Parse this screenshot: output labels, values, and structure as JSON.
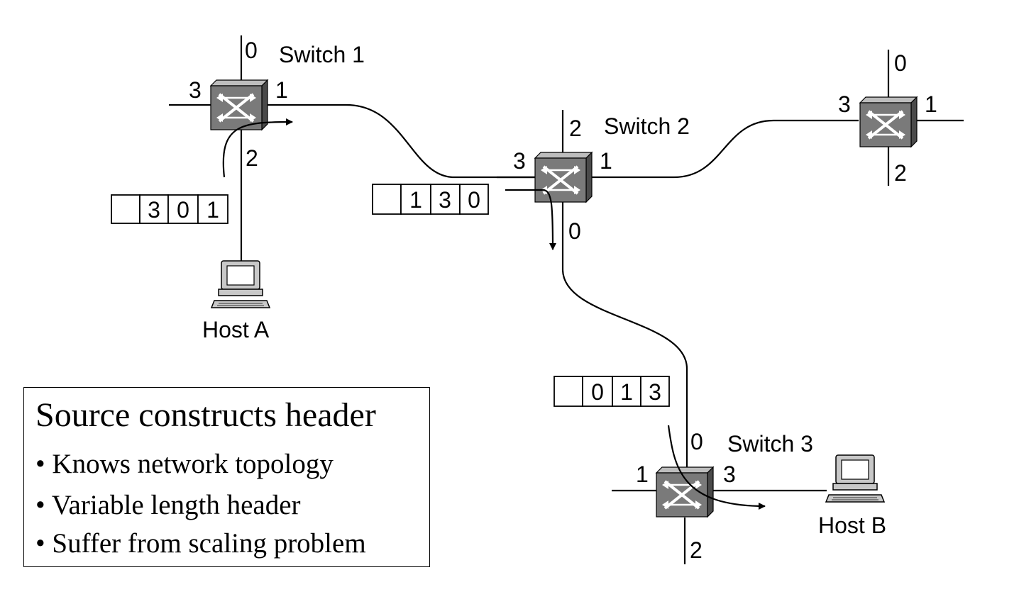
{
  "switches": {
    "s1": {
      "name": "Switch 1",
      "ports": {
        "top": "0",
        "left": "3",
        "right": "1",
        "bottom": "2"
      }
    },
    "s2": {
      "name": "Switch 2",
      "ports": {
        "top": "2",
        "left": "3",
        "right": "1",
        "bottom": "0"
      }
    },
    "s4": {
      "name": "",
      "ports": {
        "top": "0",
        "left": "3",
        "right": "1",
        "bottom": "2"
      }
    },
    "s3": {
      "name": "Switch 3",
      "ports": {
        "top": "0",
        "left": "1",
        "right": "3",
        "bottom": "2"
      }
    }
  },
  "hosts": {
    "a": {
      "name": "Host A"
    },
    "b": {
      "name": "Host B"
    }
  },
  "headers": {
    "h1": [
      "",
      "3",
      "0",
      "1"
    ],
    "h2": [
      "",
      "1",
      "3",
      "0"
    ],
    "h3": [
      "",
      "0",
      "1",
      "3"
    ]
  },
  "legend": {
    "title": "Source constructs header",
    "bullets": [
      "• Knows network topology",
      "• Variable length header",
      "• Suffer from scaling problem"
    ]
  },
  "colors": {
    "switch_face": "#7a7a7a",
    "switch_top": "#bdbdbd",
    "switch_side": "#4a4a4a",
    "host_body": "#c8c8c8",
    "line": "#000000"
  }
}
